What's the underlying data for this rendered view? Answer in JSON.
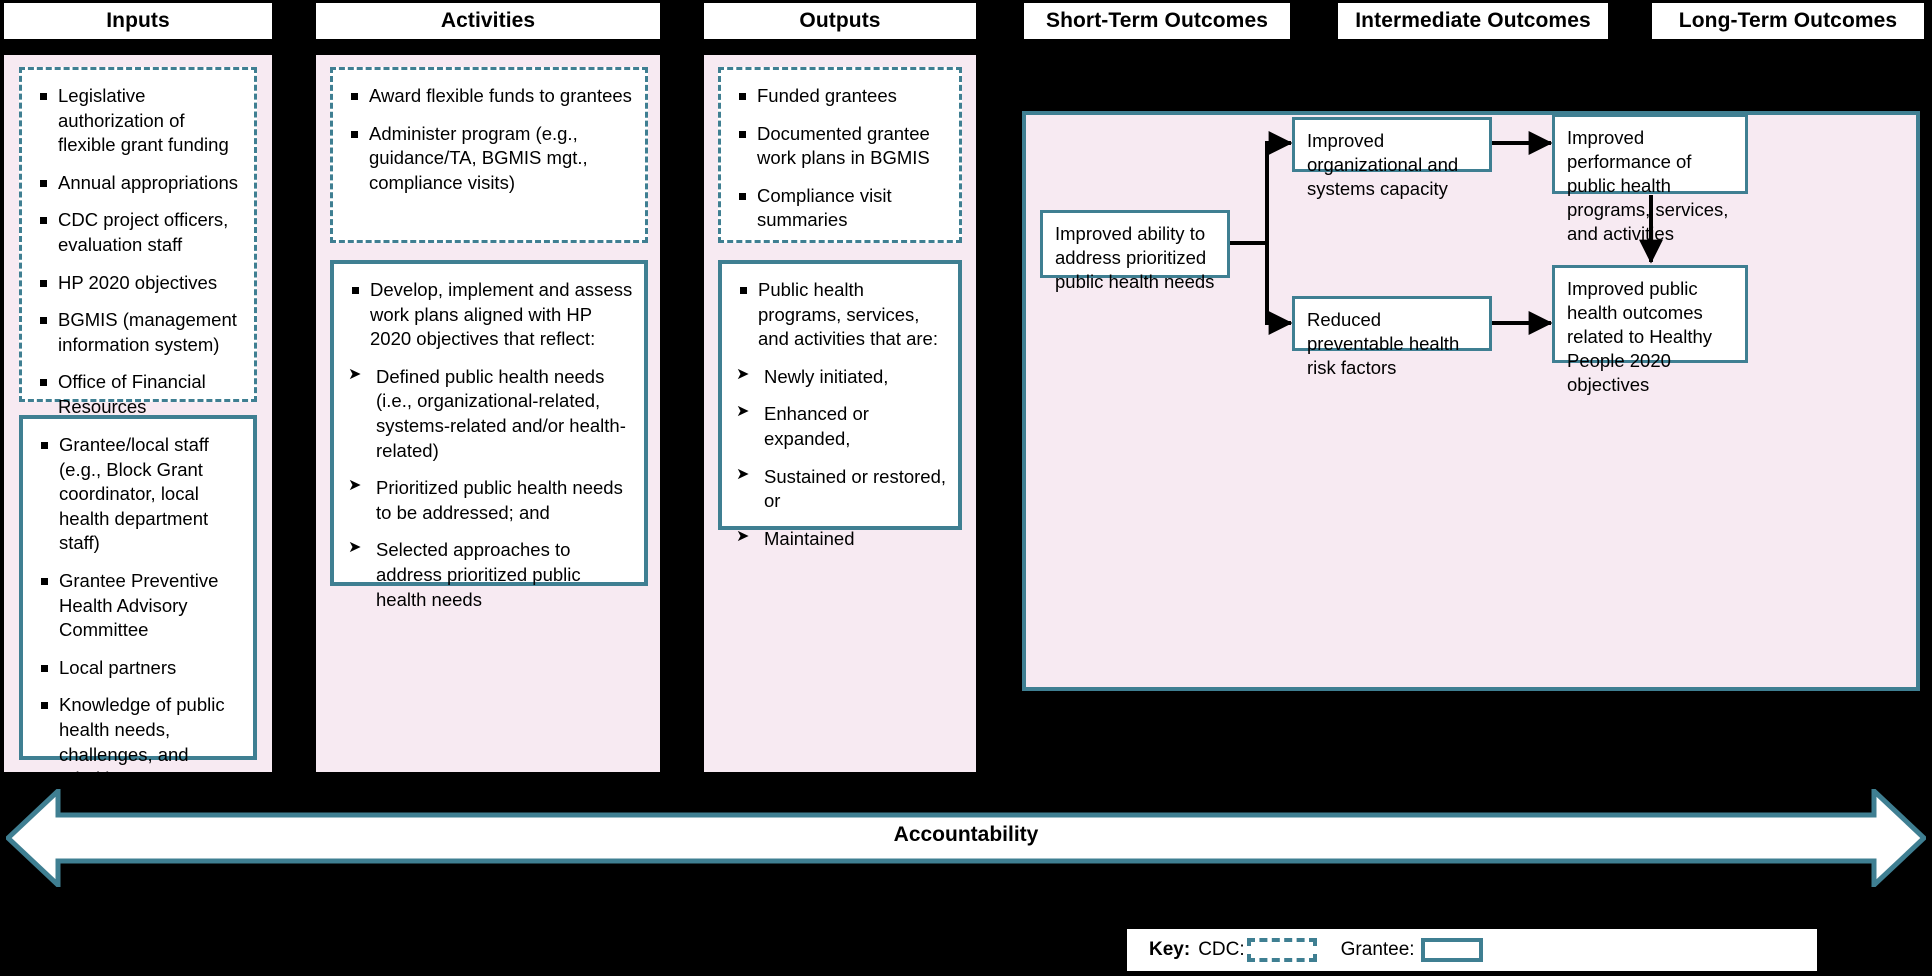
{
  "theme": {
    "accent_teal": "#3f7f92",
    "panel_pink": "#f7eaf2",
    "background": "#000000",
    "box_fill": "#ffffff"
  },
  "columns": [
    {
      "id": "inputs",
      "header": "Inputs"
    },
    {
      "id": "activities",
      "header": "Activities"
    },
    {
      "id": "outputs",
      "header": "Outputs"
    },
    {
      "id": "short_term",
      "header": "Short-Term Outcomes"
    },
    {
      "id": "intermediate",
      "header": "Intermediate Outcomes"
    },
    {
      "id": "long_term",
      "header": "Long-Term Outcomes"
    }
  ],
  "inputs": {
    "cdc_box": [
      "Legislative authorization of flexible grant funding",
      "Annual appropriations",
      "CDC project officers, evaluation staff",
      "HP 2020 objectives",
      "BGMIS (management information system)",
      "Office of Financial Resources"
    ],
    "grantee_box": [
      "Grantee/local staff (e.g., Block Grant coordinator, local health department staff)",
      "Grantee Preventive Health Advisory Committee",
      "Local partners",
      "Knowledge of public health needs, challenges, and priorities"
    ]
  },
  "activities": {
    "cdc_box": [
      "Award flexible funds to grantees",
      "Administer program (e.g., guidance/TA, BGMIS mgt., compliance visits)"
    ],
    "grantee_box": {
      "lead": "Develop, implement and assess work plans aligned with HP 2020 objectives that reflect:",
      "sub": [
        "Defined public health needs (i.e., organizational-related, systems-related and/or health-related)",
        "Prioritized public health needs to be addressed; and",
        "Selected approaches to address prioritized public health needs"
      ]
    }
  },
  "outputs": {
    "cdc_box": [
      "Funded grantees",
      "Documented grantee work plans in BGMIS",
      "Compliance visit summaries"
    ],
    "grantee_box": {
      "lead": "Public health programs, services, and activities that are:",
      "sub": [
        "Newly initiated,",
        "Enhanced or expanded,",
        "Sustained or restored, or",
        "Maintained"
      ]
    }
  },
  "outcomes": {
    "nodes": [
      {
        "id": "improved-ability",
        "text": "Improved ability to address prioritized public health needs"
      },
      {
        "id": "improved-org-capacity",
        "text": "Improved organizational and systems capacity"
      },
      {
        "id": "reduced-risk-factors",
        "text": "Reduced preventable health risk factors"
      },
      {
        "id": "improved-performance",
        "text": "Improved performance of public health programs, services, and activities"
      },
      {
        "id": "improved-outcomes",
        "text": "Improved public health outcomes related to Healthy People 2020 objectives"
      }
    ],
    "edges": [
      {
        "from": "improved-ability",
        "to": "improved-org-capacity"
      },
      {
        "from": "improved-ability",
        "to": "reduced-risk-factors"
      },
      {
        "from": "improved-org-capacity",
        "to": "improved-performance"
      },
      {
        "from": "reduced-risk-factors",
        "to": "improved-outcomes"
      },
      {
        "from": "improved-performance",
        "to": "improved-outcomes"
      }
    ]
  },
  "accountability": {
    "label": "Accountability"
  },
  "key": {
    "title": "Key:",
    "cdc_label": "CDC:",
    "grantee_label": "Grantee:"
  }
}
